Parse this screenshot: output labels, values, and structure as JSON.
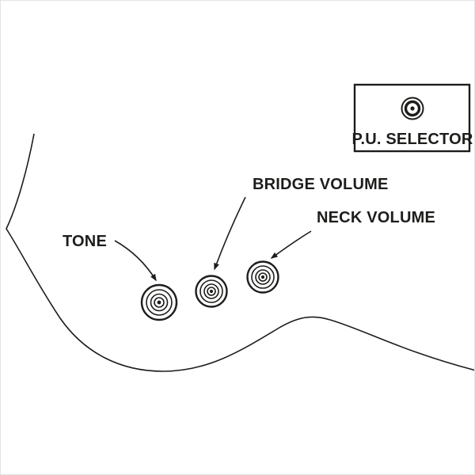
{
  "diagram": {
    "title": "guitar-controls-diagram",
    "labels": {
      "tone": "TONE",
      "bridge_volume": "BRIDGE VOLUME",
      "neck_volume": "NECK VOLUME",
      "pu_selector": "P.U. SELECTOR"
    },
    "knobs": [
      {
        "name": "tone-knob"
      },
      {
        "name": "bridge-volume-knob"
      },
      {
        "name": "neck-volume-knob"
      },
      {
        "name": "pu-selector-knob"
      }
    ],
    "colors": {
      "line": "#1d1d1b",
      "background": "#ffffff"
    }
  }
}
